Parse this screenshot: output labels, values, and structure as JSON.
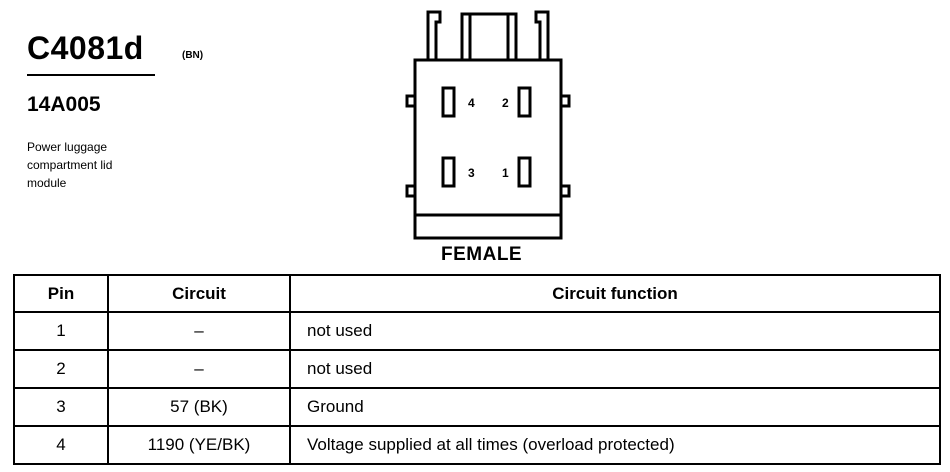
{
  "connector": {
    "id": "C4081d",
    "color_code": "(BN)",
    "part_number": "14A005",
    "description": "Power luggage\ncompartment lid\nmodule"
  },
  "diagram": {
    "view_label": "FEMALE",
    "pins": [
      "4",
      "2",
      "3",
      "1"
    ]
  },
  "table": {
    "headers": [
      "Pin",
      "Circuit",
      "Circuit function"
    ],
    "rows": [
      {
        "pin": "1",
        "circuit": "–",
        "function": "not used"
      },
      {
        "pin": "2",
        "circuit": "–",
        "function": "not used"
      },
      {
        "pin": "3",
        "circuit": "57 (BK)",
        "function": "Ground"
      },
      {
        "pin": "4",
        "circuit": "1190 (YE/BK)",
        "function": "Voltage supplied at all times (overload protected)"
      }
    ]
  }
}
